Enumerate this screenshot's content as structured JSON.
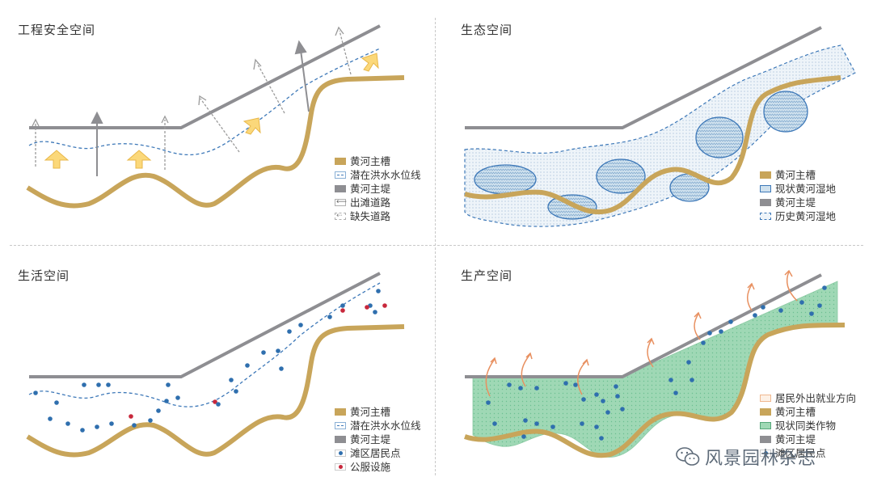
{
  "colors": {
    "channel": "#c8a55a",
    "levee": "#8e8e92",
    "flood_line": "#3d78b8",
    "arrow_fill": "#fbd87a",
    "arrow_stroke": "#e8b74a",
    "wetland_now": "#cfe1ee",
    "wetland_hist": "#eef4f9",
    "crop": "#9fd8b5",
    "resident_dot": "#2f6fae",
    "facility_dot": "#c8283c",
    "employment_arrow": "#e89060"
  },
  "panels": [
    {
      "title": "工程安全空间",
      "legend": [
        "黄河主槽",
        "潜在洪水水位线",
        "黄河主堤",
        "出滩道路",
        "缺失道路"
      ]
    },
    {
      "title": "生态空间",
      "legend": [
        "黄河主槽",
        "现状黄河湿地",
        "黄河主堤",
        "历史黄河湿地"
      ]
    },
    {
      "title": "生活空间",
      "legend": [
        "黄河主槽",
        "潜在洪水水位线",
        "黄河主堤",
        "滩区居民点",
        "公服设施"
      ]
    },
    {
      "title": "生产空间",
      "legend": [
        "居民外出就业方向",
        "黄河主槽",
        "现状同类作物",
        "黄河主堤",
        "滩区居民点"
      ]
    }
  ],
  "watermark": {
    "icon": "wechat-icon",
    "text": "风景园林杂志"
  }
}
